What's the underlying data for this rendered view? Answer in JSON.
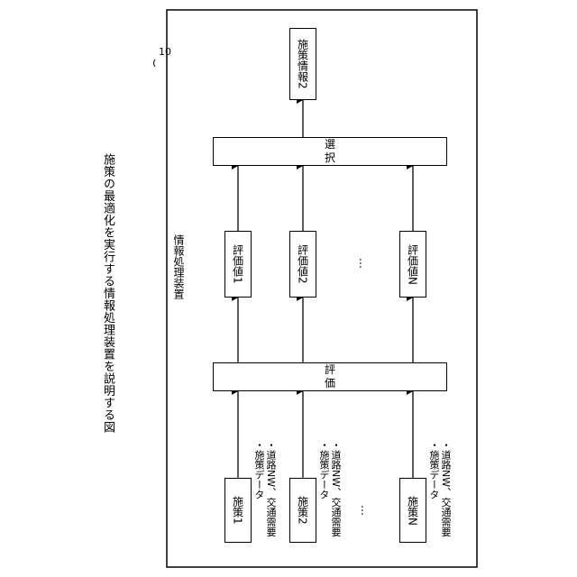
{
  "caption": "施策の最適化を実行する情報処理装置を説明する図",
  "device": {
    "label": "情報処理装置",
    "ref": "10"
  },
  "policies": [
    {
      "label": "施策1",
      "notes": [
        "・道路NW、交通需要",
        "・施策データ"
      ]
    },
    {
      "label": "施策2",
      "notes": [
        "・道路NW、交通需要",
        "・施策データ"
      ]
    },
    {
      "label": "施策N",
      "notes": [
        "・道路NW、交通需要",
        "・施策データ"
      ]
    }
  ],
  "evaluation": {
    "label": "評\n価"
  },
  "values": [
    {
      "label": "評価値1"
    },
    {
      "label": "評価値2"
    },
    {
      "label": "評価値N"
    }
  ],
  "ellipsis": "…",
  "selection": {
    "label": "選\n択"
  },
  "output": {
    "label": "施策情報2"
  }
}
